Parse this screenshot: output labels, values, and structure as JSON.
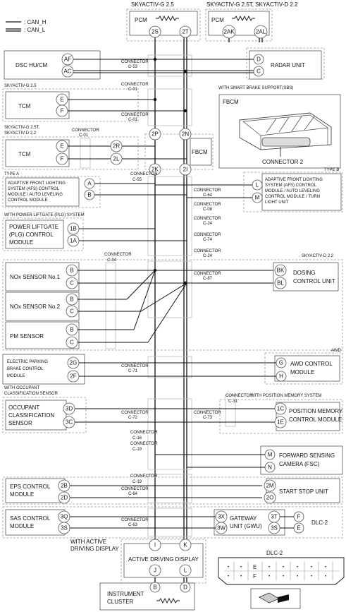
{
  "legend": {
    "can_h": ": CAN_H",
    "can_l": ": CAN_L"
  },
  "headers": {
    "g25": "SKYACTIV-G 2.5",
    "g25t_d22": "SKYACTIV-G 2.5T, SKYACTIV-D 2.2",
    "g25_b": "SKYACTIV-G 2.5",
    "g25t_b": "SKYACTIV-G 2.5T,",
    "d22_b": "SKYACTIV-D 2.2",
    "sbs": "WITH SMART BRAKE SUPPORT(SBS)",
    "type_a": "TYPE A",
    "type_b": "TYPE B",
    "plg": "WITH POWER LIFTGATE (PLG) SYSTEM",
    "d22": "SKYACTIV-D 2.2",
    "awd": "AWD",
    "occ1": "WITH OCCUPANT",
    "occ2": "CLASSIFICATION SENSOR",
    "pos_mem": "WITH POSITION MEMORY SYSTEM",
    "add1": "WITH ACTIVE",
    "add2": "DRIVING DISPLAY"
  },
  "modules": {
    "pcm": "PCM",
    "dsc": "DSC HU/CM",
    "radar": "RADAR UNIT",
    "tcm": "TCM",
    "fbcm": "FBCM",
    "connector2": "CONNECTOR 2",
    "afs_a": [
      "ADAPTIVE FRONT LIGHTING",
      "SYSTEM (AFS) CONTROL",
      "MODULE / AUTO LEVELING",
      "CONTROL MODULE"
    ],
    "afs_b": [
      "ADAPTIVE FRONT LIGHTING",
      "SYSTEM (AFS) CONTROL",
      "MODULE / AUTO LEVELING",
      "CONTROL MODULE / TURN",
      "LIGHT UNIT"
    ],
    "plg": [
      "POWER LIFTGATE",
      "(PLG) CONTROL",
      "MODULE"
    ],
    "nox1": "NOx SENSOR No.1",
    "nox2": "NOx SENSOR No.2",
    "pm": "PM SENSOR",
    "dosing": [
      "DOSING",
      "CONTROL UNIT"
    ],
    "epb": [
      "ELECTRIC PARKING",
      "BRAKE CONTROL",
      "MODULE"
    ],
    "awd": [
      "AWD CONTROL",
      "MODULE"
    ],
    "occ": [
      "OCCUPANT",
      "CLASSIFICATION",
      "SENSOR"
    ],
    "posmem": [
      "POSITION MEMORY",
      "CONTROL MODULE"
    ],
    "fsc": [
      "FORWARD SENSING",
      "CAMERA (FSC)"
    ],
    "eps": [
      "EPS CONTROL",
      "MODULE"
    ],
    "ssu": "START STOP UNIT",
    "sas": [
      "SAS CONTROL",
      "MODULE"
    ],
    "gwu": [
      "GATEWAY",
      "UNIT (GWU)"
    ],
    "dlc2": "DLC-2",
    "add": "ACTIVE DRIVING DISPLAY",
    "ic": [
      "INSTRUMENT",
      "CLUSTER"
    ]
  },
  "connectors": {
    "c53": [
      "CONNECTOR",
      "C-53"
    ],
    "c01": [
      "CONNECTOR",
      "C-01"
    ],
    "c55": [
      "CONNECTOR",
      "C-55"
    ],
    "c64": [
      "CONNECTOR",
      "C-64"
    ],
    "c08": [
      "CONNECTOR",
      "C-08"
    ],
    "c24": [
      "CONNECTOR",
      "C-24"
    ],
    "c74": [
      "CONNECTOR",
      "C-74"
    ],
    "c84": [
      "CONNECTOR",
      "C-84"
    ],
    "c87": [
      "CONNECTOR",
      "C-87"
    ],
    "c71": [
      "CONNECTOR",
      "C-71"
    ],
    "c31": [
      "CONNECTOR",
      "C-31"
    ],
    "c72": [
      "CONNECTOR",
      "C-72"
    ],
    "c73": [
      "CONNECTOR",
      "C-73"
    ],
    "c16": [
      "CONNECTOR",
      "C-16"
    ],
    "c19": [
      "CONNECTOR",
      "C-19"
    ],
    "c63": [
      "CONNECTOR",
      "C-63"
    ]
  },
  "pins": {
    "pcm25_h": "2S",
    "pcm25_l": "2T",
    "pcmt_h": "2AK",
    "pcmt_l": "2AL",
    "dsc_h": "AF",
    "dsc_l": "AC",
    "radar_h": "D",
    "radar_l": "C",
    "tcm1_h": "E",
    "tcm1_l": "F",
    "tcm2_h": "E",
    "tcm2_l": "F",
    "fbcm_2r": "2R",
    "fbcm_2l": "2L",
    "fbcm_2p": "2P",
    "fbcm_2n": "2N",
    "fbcm_2k": "2K",
    "fbcm_2i": "2I",
    "afsa_h": "A",
    "afsa_l": "B",
    "afsb_h": "L",
    "afsb_l": "M",
    "plg_h": "1B",
    "plg_l": "1A",
    "nox1_h": "B",
    "nox1_l": "C",
    "nox2_h": "B",
    "nox2_l": "C",
    "pm_h": "B",
    "pm_l": "C",
    "dos_h": "BK",
    "dos_l": "BL",
    "epb_h": "2G",
    "epb_l": "2F",
    "awd_h": "G",
    "awd_l": "H",
    "occ_h": "3D",
    "occ_l": "3C",
    "pm_h2": "1C",
    "pm_l2": "1E",
    "fsc_h": "M",
    "fsc_l": "N",
    "eps_h": "2B",
    "eps_l": "2D",
    "ssu_h": "2M",
    "ssu_l": "2O",
    "sas_h": "3Q",
    "sas_l": "3S",
    "gwu_h": "3X",
    "gwu_l": "3W",
    "gwu_h2": "3T",
    "gwu_l2": "3S",
    "dlc_h": "F",
    "dlc_l": "E",
    "add_top_h": "I",
    "add_top_l": "K",
    "add_bot_h": "J",
    "add_bot_l": "L",
    "ic_h": "B",
    "ic_l": "D"
  },
  "dlc": {
    "title": "DLC-2",
    "pin_e": "E",
    "pin_f": "F"
  }
}
